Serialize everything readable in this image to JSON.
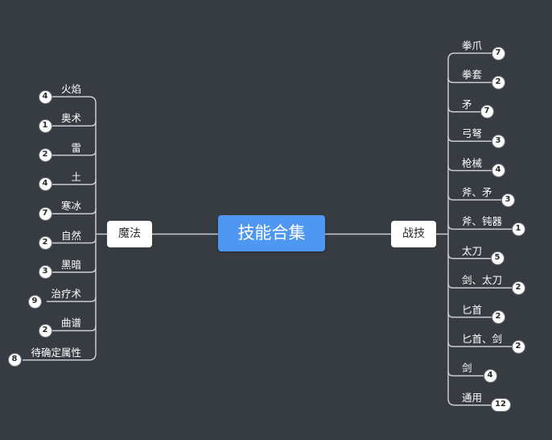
{
  "root": {
    "label": "技能合集"
  },
  "left": {
    "label": "魔法",
    "items": [
      {
        "label": "火焰",
        "count": "4"
      },
      {
        "label": "奥术",
        "count": "1"
      },
      {
        "label": "雷",
        "count": "2"
      },
      {
        "label": "土",
        "count": "4"
      },
      {
        "label": "寒冰",
        "count": "7"
      },
      {
        "label": "自然",
        "count": "2"
      },
      {
        "label": "黑暗",
        "count": "3"
      },
      {
        "label": "治疗术",
        "count": "9"
      },
      {
        "label": "曲谱",
        "count": "2"
      },
      {
        "label": "待确定属性",
        "count": "8"
      }
    ]
  },
  "right": {
    "label": "战技",
    "items": [
      {
        "label": "拳爪",
        "count": "7"
      },
      {
        "label": "拳套",
        "count": "2"
      },
      {
        "label": "矛",
        "count": "7"
      },
      {
        "label": "弓弩",
        "count": "3"
      },
      {
        "label": "枪械",
        "count": "4"
      },
      {
        "label": "斧、矛",
        "count": "3"
      },
      {
        "label": "斧、钝器",
        "count": "1"
      },
      {
        "label": "太刀",
        "count": "5"
      },
      {
        "label": "剑、太刀",
        "count": "2"
      },
      {
        "label": "匕首",
        "count": "2"
      },
      {
        "label": "匕首、剑",
        "count": "2"
      },
      {
        "label": "剑",
        "count": "4"
      },
      {
        "label": "通用",
        "count": "12"
      }
    ]
  },
  "colors": {
    "background": "#373b42",
    "root": "#4e97f3",
    "line": "#c9ccd1",
    "node": "#ffffff"
  }
}
